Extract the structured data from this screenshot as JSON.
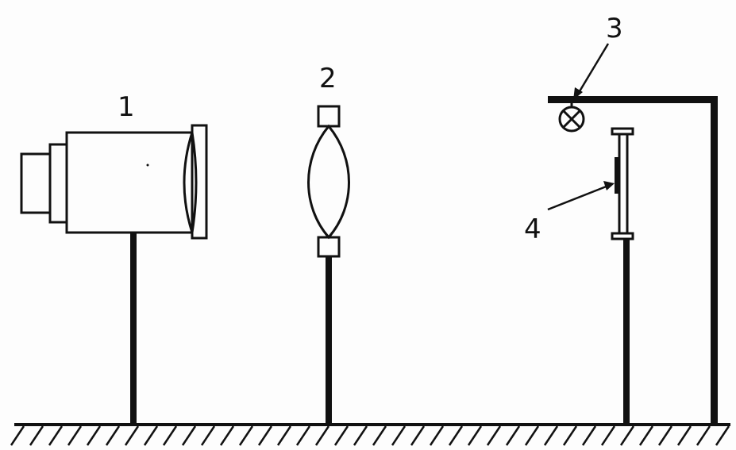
{
  "labels": {
    "camera": "1",
    "lens": "2",
    "lamp": "3",
    "sample": "4"
  },
  "colors": {
    "ink": "#111111",
    "paper": "#fdfdfd"
  }
}
